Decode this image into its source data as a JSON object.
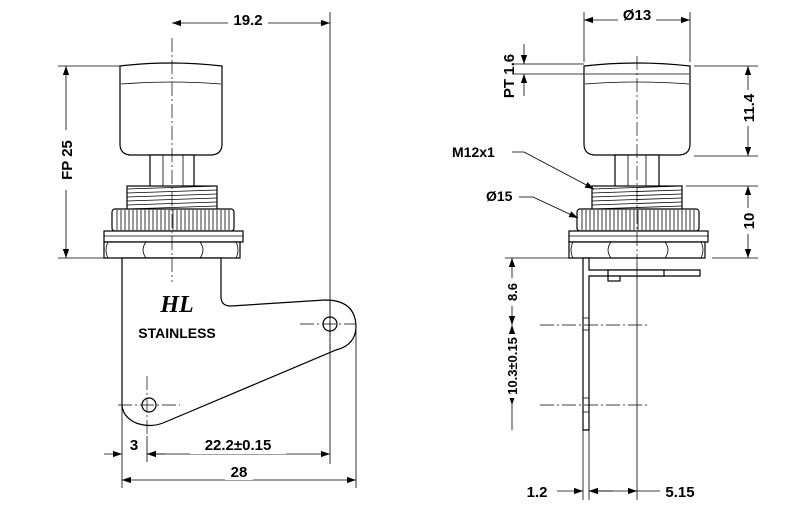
{
  "front_view": {
    "dim_top": "19.2",
    "dim_height": "FP 25",
    "dim_bottom_small": "3",
    "dim_bottom_hole": "22.2±0.15",
    "dim_bottom_total": "28",
    "logo_text": "HL",
    "material_label": "STAINLESS"
  },
  "side_view": {
    "dim_cap_dia": "Ø13",
    "dim_cap_thickness": "PT 1.6",
    "dim_cap_height": "11.4",
    "thread_label": "M12x1",
    "nut_label": "Ø15",
    "dim_thread_height": "10",
    "dim_bracket_upper": "8.6",
    "dim_bracket_lower": "10.3±0.15",
    "dim_plate_thickness": "1.2",
    "dim_plate_offset": "5.15"
  }
}
